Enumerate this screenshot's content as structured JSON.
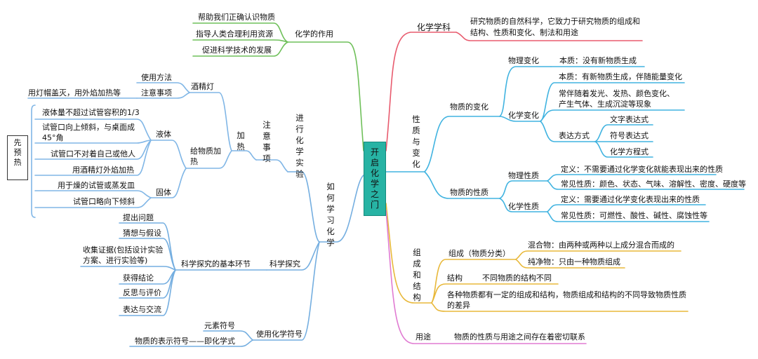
{
  "center": "开启化学之门",
  "colors": {
    "chemistry": "#e85b6e",
    "properties": "#40b3e0",
    "composition": "#e8b83a",
    "uses": "#e07bd2",
    "role": "#6fc05a",
    "learn": "#74aee0",
    "experiment": "#80b6e6"
  },
  "right": {
    "chemistry": {
      "label": "化学学科",
      "desc": "研究物质的自然科学，它致力于研究物质的组成和结构、性质和变化、制法和用途"
    },
    "properties": {
      "label": "性质与变化",
      "change": {
        "label": "物质的变化",
        "physical": {
          "label": "物理变化",
          "essence": "本质：没有新物质生成"
        },
        "chemical": {
          "label": "化学变化",
          "essence": "本质：有新物质生成，伴随能量变化",
          "phenomena": "常伴随着发光、发热、颜色变化、产生气体、生成沉淀等现象",
          "expression": {
            "label": "表达方式",
            "items": [
              "文字表达式",
              "符号表达式",
              "化学方程式"
            ]
          }
        }
      },
      "nature": {
        "label": "物质的性质",
        "physical": {
          "label": "物理性质",
          "definition": "定义：不需要通过化学变化就能表现出来的性质",
          "common": "常见性质：颜色、状态、气味、溶解性、密度、硬度等"
        },
        "chemical": {
          "label": "化学性质",
          "definition": "定义：需要通过化学变化表现出来的性质",
          "common": "常见性质：可燃性、酸性、碱性、腐蚀性等"
        }
      }
    },
    "composition": {
      "label": "组成和结构",
      "classification": {
        "label": "组成（物质分类）",
        "mixture": "混合物：由两种或两种以上成分混合而成的",
        "pure": "纯净物：只由一种物质组成"
      },
      "structure": {
        "label": "结构",
        "desc": "不同物质的结构不同"
      },
      "summary": "各种物质都有一定的组成和结构，物质组成和结构的不同导致物质性质的差异"
    },
    "uses": {
      "label": "用途",
      "desc": "物质的性质与用途之间存在着密切联系"
    }
  },
  "left": {
    "role": {
      "label": "化学的作用",
      "items": [
        "帮助我们正确认识物质",
        "指导人类合理利用资源",
        "促进科学技术的发展"
      ]
    },
    "learn": {
      "label": "如何学习化学",
      "experiment": {
        "label": "进行化学实验",
        "notes": {
          "label": "注意事项",
          "heating": {
            "label": "加热",
            "lamp": {
              "label": "酒精灯",
              "usage": "使用方法",
              "caution": "注意事项",
              "caution_detail": "用灯帽盖灭，用外焰加热等"
            },
            "heating_items": {
              "label": "给物质加热",
              "liquid": {
                "label": "液体",
                "items": [
                  "液体量不超过试管容积的1/3",
                  "试管口向上倾斜，与桌面成45°角",
                  "试管口不对着自己或他人",
                  "用酒精灯外焰加热"
                ]
              },
              "solid": {
                "label": "固体",
                "items": [
                  "用于燥的试管或蒸发皿",
                  "试管口略向下倾斜"
                ]
              },
              "preheat": "先预热"
            }
          }
        }
      },
      "inquiry": {
        "label": "科学探究",
        "steps_label": "科学探究的基本环节",
        "steps": [
          "提出问题",
          "猜想与假设",
          "收集证据(包括设计实验方案、进行实验等)",
          "获得结论",
          "反思与评价",
          "表达与交流"
        ]
      },
      "symbols": {
        "label": "使用化学符号",
        "items": [
          "元素符号",
          "物质的表示符号——即化学式"
        ]
      }
    }
  }
}
